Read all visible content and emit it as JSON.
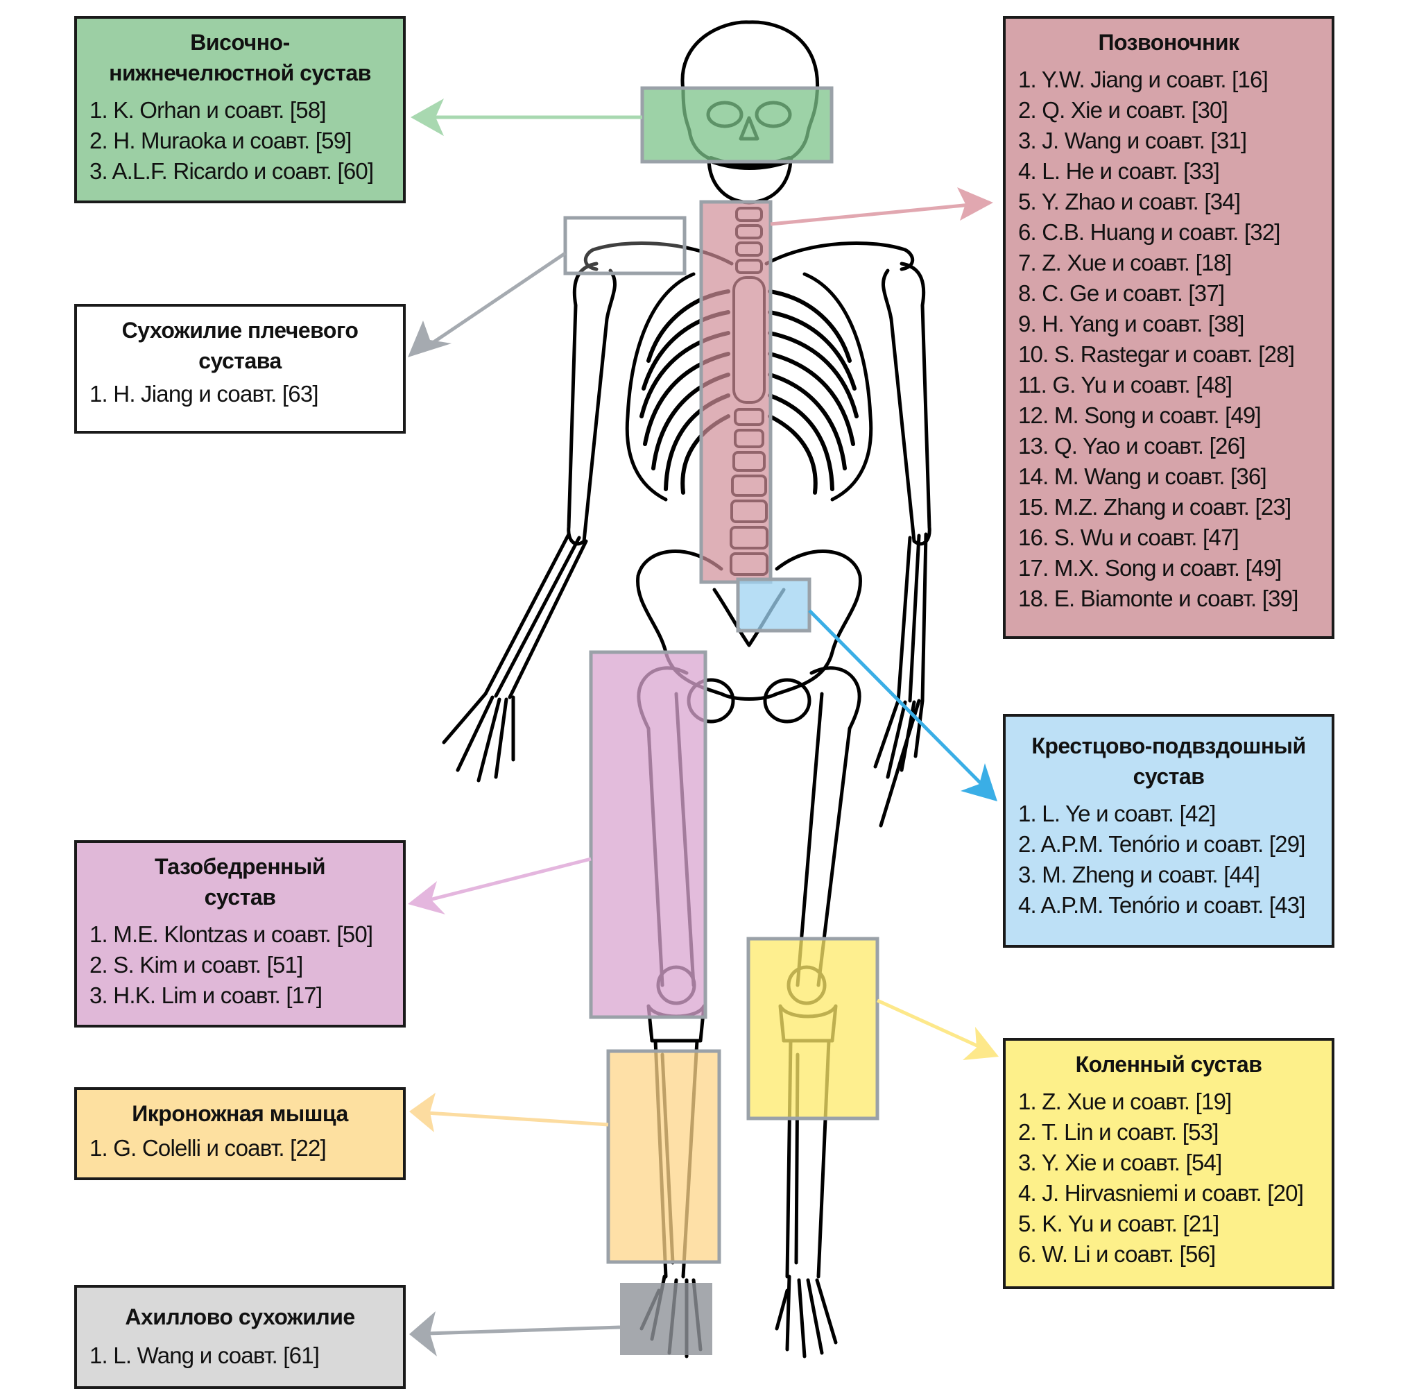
{
  "regions": [
    {
      "id": "tmj",
      "title": "Височно-нижнечелюстной сустав",
      "title_lines": [
        "Височно-",
        "нижнечелюстной сустав"
      ],
      "color": "#9ccfa4",
      "overlay_color": "#7cc38a",
      "arrow_color": "#a8d8b0",
      "entries": [
        "1. K. Orhan и соавт. [58]",
        "2. H. Muraoka и соавт. [59]",
        "3. A.L.F. Ricardo и соавт. [60]"
      ]
    },
    {
      "id": "shoulder",
      "title": "Сухожилие плечевого сустава",
      "title_lines": [
        "Сухожилие плечевого",
        "сустава"
      ],
      "color": "#ffffff",
      "overlay_color": "#ffffff",
      "arrow_color": "#a5aab0",
      "entries": [
        "1. H. Jiang и соавт. [63]"
      ]
    },
    {
      "id": "hip",
      "title": "Тазобедренный сустав",
      "title_lines": [
        "Тазобедренный",
        "сустав"
      ],
      "color": "#e0b8d8",
      "overlay_color": "#d9a6d0",
      "arrow_color": "#e4b6de",
      "entries": [
        "1. M.E. Klontzas и соавт. [50]",
        "2. S. Kim и соавт. [51]",
        "3. H.K. Lim и соавт. [17]"
      ]
    },
    {
      "id": "calf",
      "title": "Икроножная мышца",
      "title_lines": [
        "Икроножная мышца"
      ],
      "color": "#fde0a0",
      "overlay_color": "#fdd68a",
      "arrow_color": "#fcdca0",
      "entries": [
        "1. G. Colelli и соавт. [22]"
      ]
    },
    {
      "id": "achilles",
      "title": "Ахиллово сухожилие",
      "title_lines": [
        "Ахиллово сухожилие"
      ],
      "color": "#d9d9d9",
      "overlay_color": "#9ea1a6",
      "arrow_color": "#a5aab0",
      "entries": [
        "1. L. Wang и соавт. [61]"
      ]
    },
    {
      "id": "spine",
      "title": "Позвоночник",
      "title_lines": [
        "Позвоночник"
      ],
      "color": "#d6a4aa",
      "overlay_color": "#d08f98",
      "arrow_color": "#e1a7b0",
      "entries": [
        "1. Y.W. Jiang и соавт. [16]",
        "2. Q. Xie и соавт. [30]",
        "3. J. Wang и соавт. [31]",
        "4. L. He и соавт. [33]",
        "5. Y. Zhao и соавт. [34]",
        "6. C.B. Huang и соавт. [32]",
        "7. Z. Xue и соавт. [18]",
        "8. C. Ge и соавт. [37]",
        "9. H. Yang и соавт. [38]",
        "10. S. Rastegar и соавт. [28]",
        "11. G. Yu и соавт. [48]",
        "12. M. Song и соавт. [49]",
        "13. Q. Yao и соавт. [26]",
        "14. M. Wang и соавт. [36]",
        "15. M.Z. Zhang и соавт. [23]",
        "16. S. Wu и соавт. [47]",
        "17. M.X. Song и соавт. [49]",
        "18. E. Biamonte и соавт. [39]"
      ]
    },
    {
      "id": "si",
      "title": "Крестцово-подвздошный сустав",
      "title_lines": [
        "Крестцово-подвздошный",
        "сустав"
      ],
      "color": "#bde0f6",
      "overlay_color": "#9fd3f2",
      "arrow_color": "#3aaee6",
      "entries": [
        "1. L. Ye и соавт. [42]",
        "2. A.P.M. Tenório и соавт. [29]",
        "3. M. Zheng и соавт. [44]",
        "4. A.P.M. Tenório и соавт. [43]"
      ]
    },
    {
      "id": "knee",
      "title": "Коленный сустав",
      "title_lines": [
        "Коленный сустав"
      ],
      "color": "#fdf08a",
      "overlay_color": "#fdea6a",
      "arrow_color": "#fde88a",
      "entries": [
        "1. Z. Xue и соавт. [19]",
        "2. T. Lin и соавт. [53]",
        "3. Y. Xie и соавт. [54]",
        "4. J. Hirvasniemi и соавт. [20]",
        "5. K. Yu и соавт. [21]",
        "6. W. Li и соавт. [56]"
      ]
    }
  ]
}
